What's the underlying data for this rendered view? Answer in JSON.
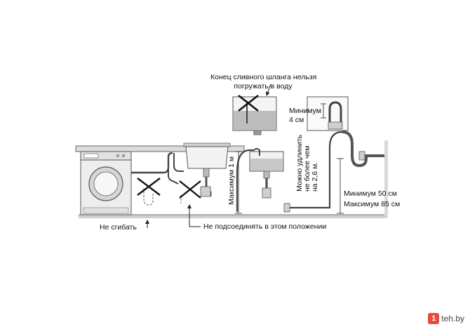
{
  "labels": {
    "top_note_line1": "Конец сливного шланга нельзя",
    "top_note_line2": "погружать в воду",
    "min_4_line1": "Минимум",
    "min_4_line2": "4 см",
    "extend_line1": "Можно удлинить",
    "extend_line2": "не более чем",
    "extend_line3": "на 2,6 м.",
    "max_1m": "Максимум 1 м",
    "min_50": "Минимум 50 см",
    "max_85": "Максимум 85 см",
    "no_bend": "Не сгибать",
    "no_connect": "Не подсоединять в этом положении"
  },
  "watermark": {
    "badge": "1",
    "text": "teh.by"
  }
}
